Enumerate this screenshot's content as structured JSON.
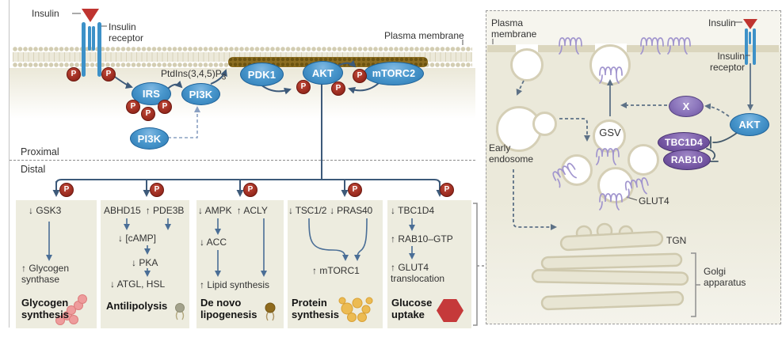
{
  "diagram": {
    "p": "P",
    "left": {
      "insulin": "Insulin",
      "insulin_receptor": "Insulin receptor",
      "plasma_membrane": "Plasma membrane",
      "ptdins": "PtdIns(3,4,5)P",
      "ptdins_sub": "3",
      "irs": "IRS",
      "pi3k_membrane": "PI3K",
      "pi3k_cytosol": "PI3K",
      "pdk1": "PDK1",
      "akt": "AKT",
      "mtorc2": "mTORC2",
      "proximal": "Proximal",
      "distal": "Distal",
      "boxes": [
        {
          "r1a": "↓ GSK3",
          "r2": "↑ Glycogen synthase",
          "title": "Glycogen synthesis"
        },
        {
          "r1a": "ABHD15",
          "r1b": "↑ PDE3B",
          "r2": "↓ [cAMP]",
          "r3": "↓ PKA",
          "r4": "↓ ATGL, HSL",
          "title": "Antilipolysis"
        },
        {
          "r1a": "↓ AMPK",
          "r1b": "↑ ACLY",
          "r2": "↓ ACC",
          "r3": "↑ Lipid synthesis",
          "title": "De novo lipogenesis"
        },
        {
          "r1a": "↓ TSC1/2",
          "r1b": "↓ PRAS40",
          "r2": "↑ mTORC1",
          "title": "Protein synthesis"
        },
        {
          "r1a": "↓ TBC1D4",
          "r2": "↑ RAB10–GTP",
          "r3": "↑ GLUT4 translocation",
          "title": "Glucose uptake"
        }
      ]
    },
    "right": {
      "plasma_membrane": "Plasma membrane",
      "insulin": "Insulin",
      "insulin_receptor": "Insulin receptor",
      "early_endosome": "Early endosome",
      "gsv": "GSV",
      "glut4": "GLUT4",
      "x": "X",
      "akt": "AKT",
      "tbc1d4": "TBC1D4",
      "rab10": "RAB10",
      "tgn": "TGN",
      "golgi": "Golgi apparatus"
    },
    "colors": {
      "node_blue": "#3f8ec6",
      "node_purple": "#7a5ca8",
      "p_badge_red": "#9c2c20",
      "insulin_red": "#bf3430",
      "arrow_slate": "#3d5a7a",
      "box_bg": "#edecdf",
      "membrane_beige": "#e7e3d1",
      "pip3_brown": "#8d6e22",
      "golgi_beige": "#e8e5d3",
      "glut4_purple": "#a195ce",
      "glycogen_pink": "#ee9c9c",
      "protein_yellow": "#ecbb52",
      "glucose_red": "#c5393a"
    }
  }
}
